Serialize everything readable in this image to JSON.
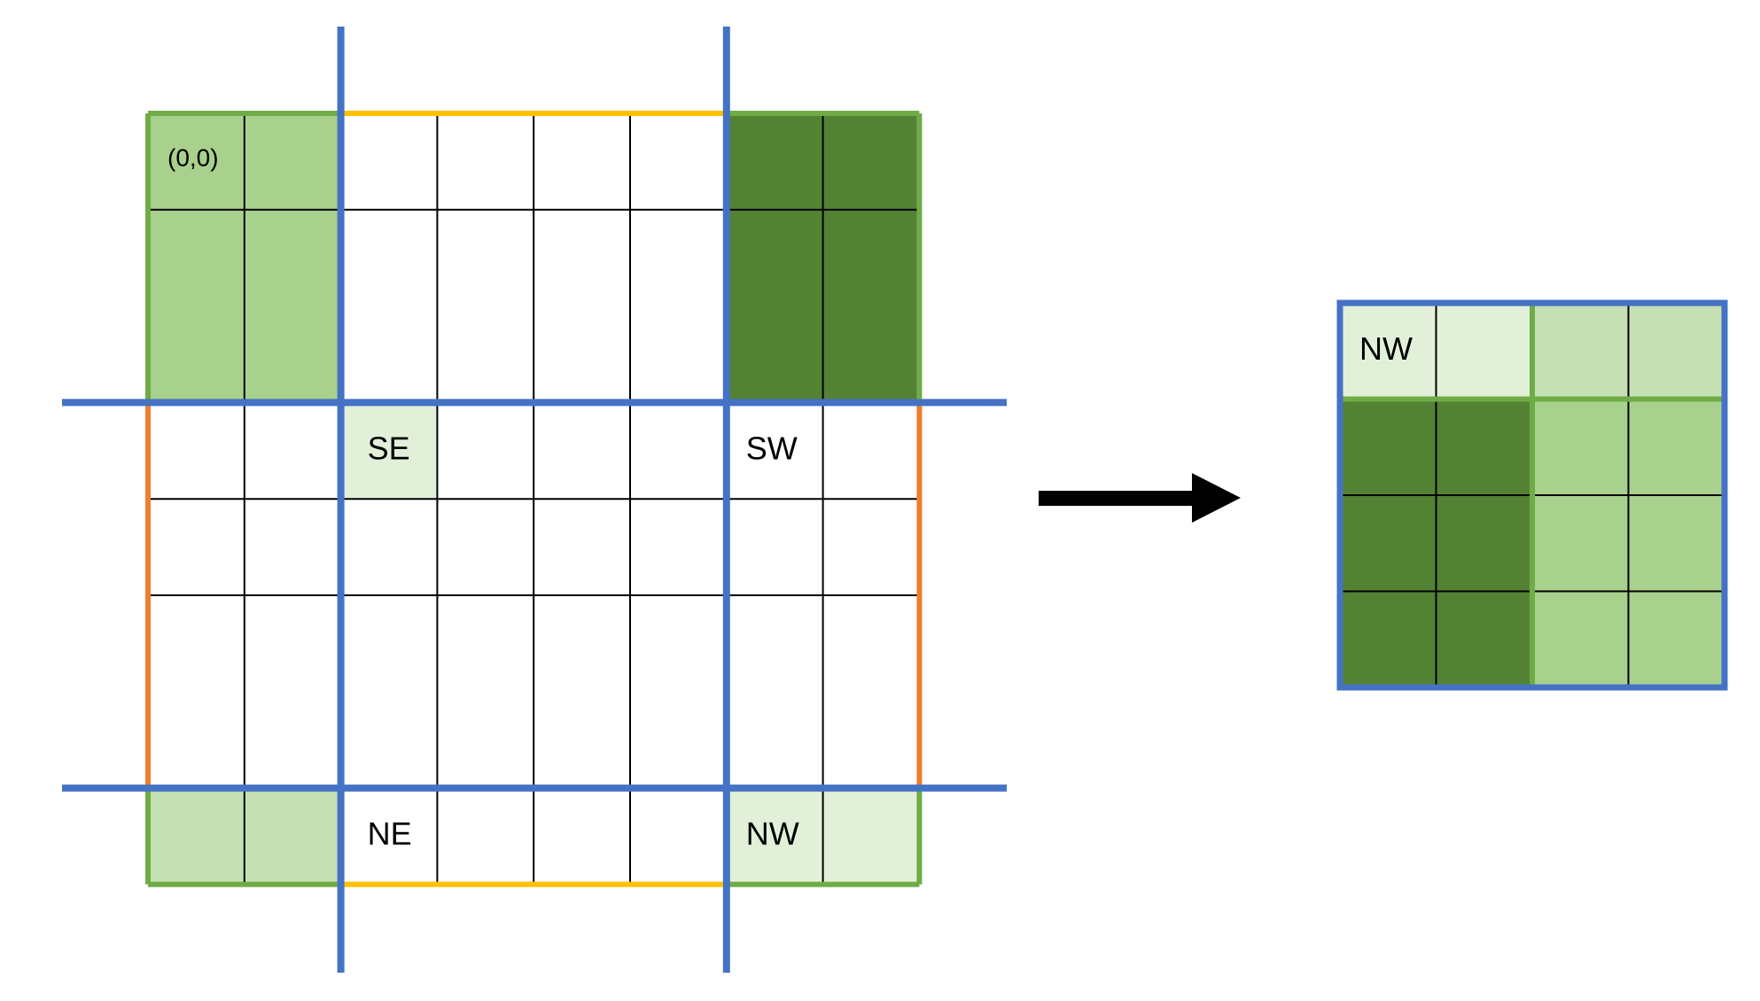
{
  "colors": {
    "background": "#ffffff",
    "grid_line": "#000000",
    "green_border": "#6fac46",
    "blue_line": "#4472c4",
    "orange_line": "#ed7d31",
    "yellow_line": "#ffc000",
    "light_green": "#a9d18e",
    "dark_green": "#548235",
    "pale_green": "#e2f0d9",
    "mid_green": "#c5e0b4",
    "arrow": "#000000"
  },
  "left_grid": {
    "rows": 8,
    "cols": 8,
    "fills": [
      {
        "row": 0,
        "col": 0,
        "w": 2,
        "h": 3,
        "color": "light_green"
      },
      {
        "row": 0,
        "col": 6,
        "w": 2,
        "h": 3,
        "color": "dark_green"
      },
      {
        "row": 3,
        "col": 2,
        "w": 1,
        "h": 1,
        "color": "pale_green"
      },
      {
        "row": 7,
        "col": 0,
        "w": 2,
        "h": 1,
        "color": "mid_green"
      },
      {
        "row": 7,
        "col": 6,
        "w": 2,
        "h": 1,
        "color": "pale_green"
      }
    ],
    "labels": [
      {
        "row": 0,
        "col": 0,
        "text": "(0,0)",
        "name": "origin-label",
        "size": "small"
      },
      {
        "row": 3,
        "col": 2,
        "text": "SE",
        "name": "se-label",
        "size": "normal"
      },
      {
        "row": 3,
        "col": 6,
        "text": "SW",
        "name": "sw-label",
        "size": "normal"
      },
      {
        "row": 7,
        "col": 2,
        "text": "NE",
        "name": "ne-label",
        "size": "normal"
      },
      {
        "row": 7,
        "col": 6,
        "text": "NW",
        "name": "nw-label",
        "size": "normal"
      }
    ]
  },
  "right_grid": {
    "rows": 4,
    "cols": 4,
    "fills": [
      {
        "row": 0,
        "col": 0,
        "w": 2,
        "h": 1,
        "color": "pale_green"
      },
      {
        "row": 0,
        "col": 2,
        "w": 2,
        "h": 1,
        "color": "mid_green"
      },
      {
        "row": 1,
        "col": 0,
        "w": 2,
        "h": 3,
        "color": "dark_green"
      },
      {
        "row": 1,
        "col": 2,
        "w": 2,
        "h": 3,
        "color": "light_green"
      }
    ],
    "labels": [
      {
        "row": 0,
        "col": 0,
        "text": "NW",
        "name": "result-nw-label",
        "size": "normal"
      }
    ]
  }
}
